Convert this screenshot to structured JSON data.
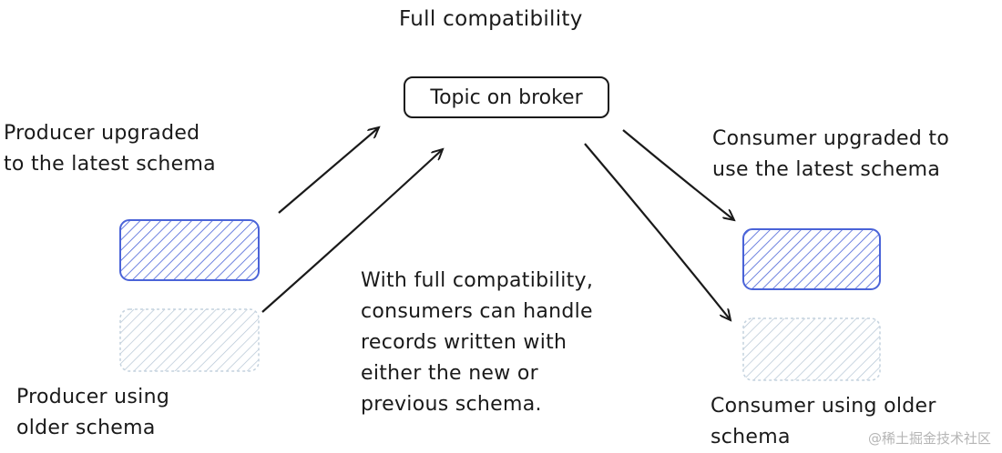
{
  "title": "Full compatibility",
  "topic_label": "Topic on broker",
  "labels": {
    "producer_upgraded": "Producer upgraded\nto the latest schema",
    "producer_older": "Producer using\nolder schema",
    "consumer_upgraded": "Consumer upgraded to\nuse the latest schema",
    "consumer_older": "Consumer using older\nschema",
    "note": "With full compatibility,\nconsumers can handle\nrecords written with\neither the new or\nprevious schema."
  },
  "watermark": "@稀土掘金技术社区",
  "colors": {
    "new_schema": "#4a63d8",
    "old_schema": "#b4c4d4",
    "ink": "#1a1a1a"
  }
}
